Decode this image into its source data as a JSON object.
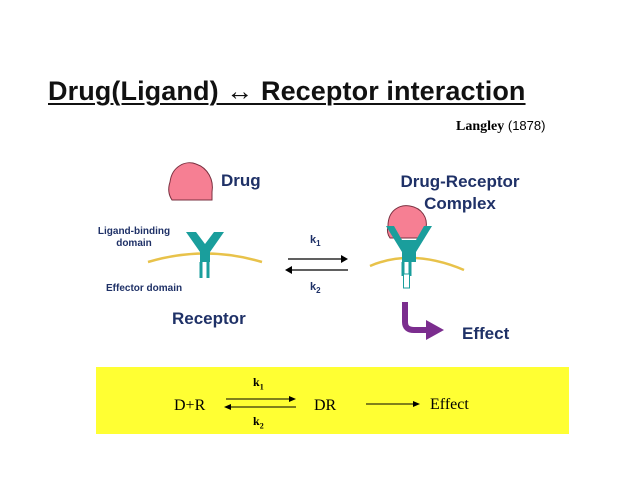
{
  "title": {
    "main": "Drug(Ligand) ↔ Receptor interaction"
  },
  "citation": {
    "author": "Langley",
    "year": "(1878)"
  },
  "diagram": {
    "drug_label": "Drug",
    "complex_line1": "Drug-Receptor",
    "complex_line2": "Complex",
    "ligand_binding_line1": "Ligand-binding",
    "ligand_binding_line2": "domain",
    "effector_domain_label": "Effector domain",
    "receptor_label": "Receptor",
    "effect_label": "Effect",
    "k1": "k",
    "k1_sub": "1",
    "k2": "k",
    "k2_sub": "2"
  },
  "equation": {
    "reactants": "D+R",
    "complex": "DR",
    "effect": "Effect",
    "k1": "k",
    "k1_sub": "1",
    "k2": "k",
    "k2_sub": "2"
  },
  "colors": {
    "drug_fill": "#f67f93",
    "receptor_fill": "#1a9e9c",
    "membrane": "#e8c24a",
    "effect_arrow": "#7b2d8e",
    "label_text": "#1f3167",
    "equation_box": "#ffff33"
  }
}
